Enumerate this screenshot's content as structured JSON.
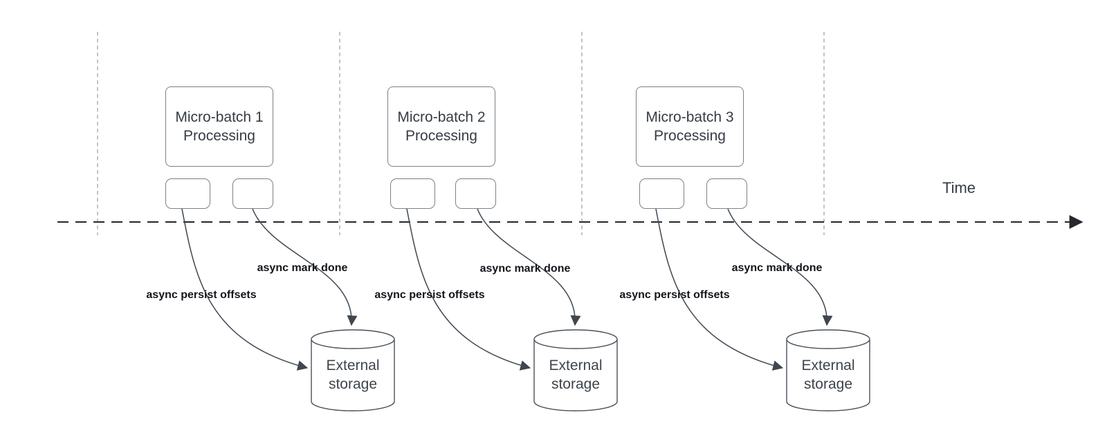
{
  "time_label": "Time",
  "groups": [
    {
      "title": "Micro-batch 1\nProcessing",
      "persist_label": "async persist offsets",
      "done_label": "async mark done",
      "storage_label": "External\nstorage"
    },
    {
      "title": "Micro-batch 2\nProcessing",
      "persist_label": "async persist offsets",
      "done_label": "async mark done",
      "storage_label": "External\nstorage"
    },
    {
      "title": "Micro-batch 3\nProcessing",
      "persist_label": "async persist offsets",
      "done_label": "async mark done",
      "storage_label": "External\nstorage"
    }
  ],
  "colors": {
    "axis": "#24272c",
    "gridline": "#b0b0b0",
    "arrow": "#3f4650",
    "label_text": "#12151a",
    "box_border": "#7a8189",
    "box_text": "#363c44",
    "storage_text": "#3e444b"
  }
}
